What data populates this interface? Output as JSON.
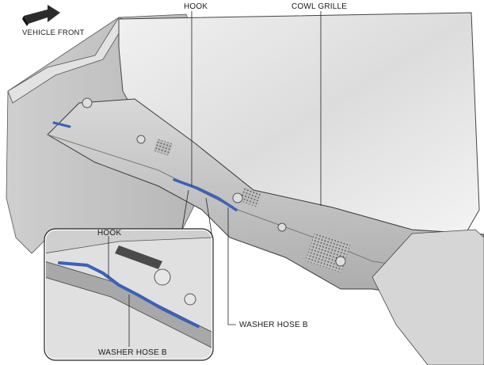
{
  "labels": {
    "vehicle_front": "VEHICLE FRONT",
    "hook_main": "HOOK",
    "cowl_grille": "COWL GRILLE",
    "washer_hose_main": "WASHER HOSE B",
    "hook_inset": "HOOK",
    "washer_hose_inset": "WASHER HOSE B"
  },
  "colors": {
    "hose": "#3a62b8",
    "panel_light": "#e6e6e6",
    "panel_mid": "#c9c9c9",
    "panel_dark": "#8e8e8e",
    "outline": "#3a3a3a"
  },
  "icons": {
    "direction_arrow": "vehicle-front-arrow-icon"
  }
}
